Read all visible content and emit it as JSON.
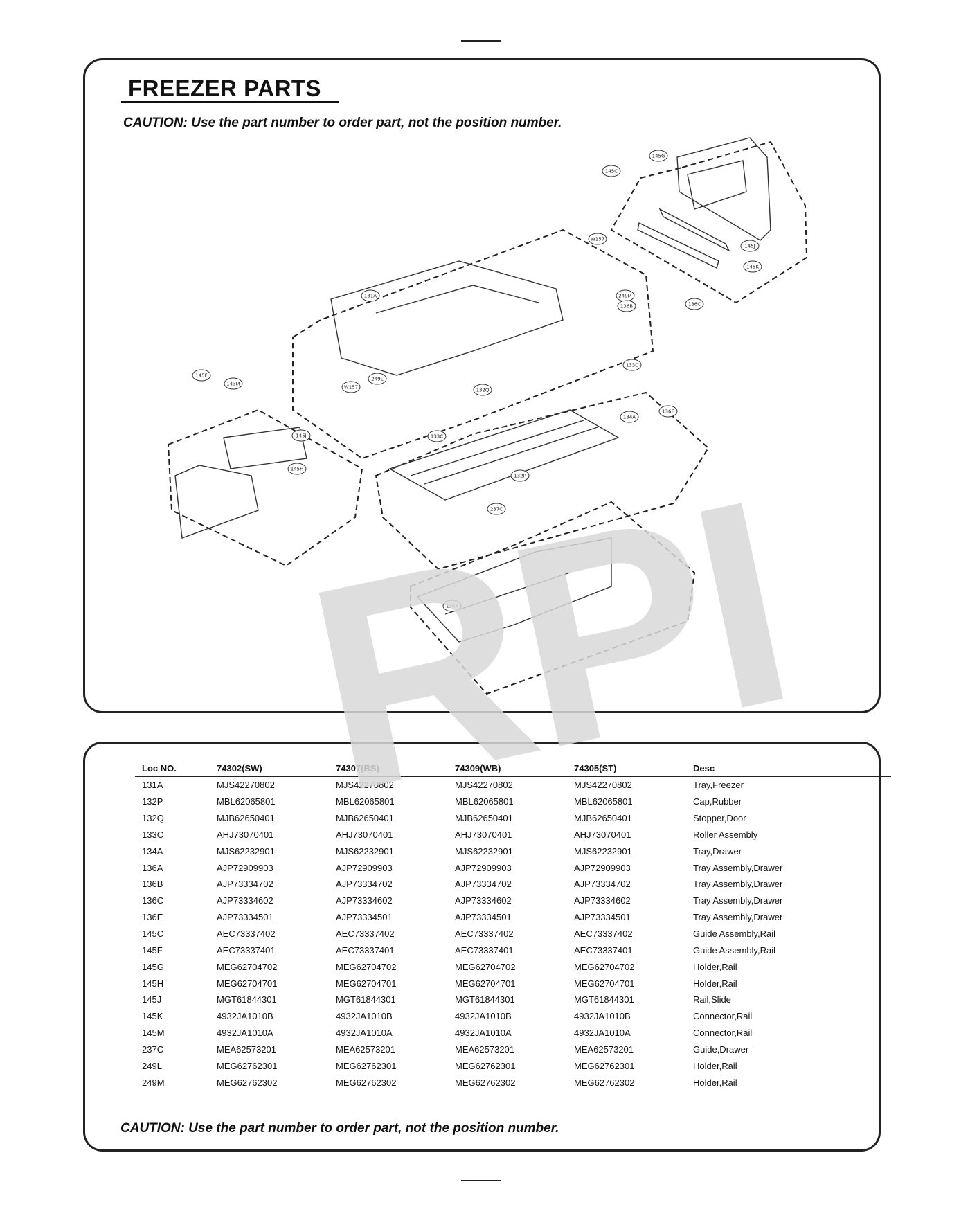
{
  "title": "FREEZER PARTS",
  "caution": "CAUTION: Use the part number to order part, not the position number.",
  "watermark": "RPI",
  "callouts": [
    "145C",
    "145G",
    "145J",
    "145K",
    "W157",
    "249M",
    "136B",
    "136C",
    "131A",
    "249L",
    "W157",
    "133C",
    "132Q",
    "134A",
    "136E",
    "133C",
    "145F",
    "143M",
    "145J",
    "145H",
    "132P",
    "237C",
    "136A"
  ],
  "table": {
    "headers": [
      "Loc NO.",
      "74302(SW)",
      "74307(BS)",
      "74309(WB)",
      "74305(ST)",
      "Desc"
    ],
    "rows": [
      [
        "131A",
        "MJS42270802",
        "MJS42270802",
        "MJS42270802",
        "MJS42270802",
        "Tray,Freezer"
      ],
      [
        "132P",
        "MBL62065801",
        "MBL62065801",
        "MBL62065801",
        "MBL62065801",
        "Cap,Rubber"
      ],
      [
        "132Q",
        "MJB62650401",
        "MJB62650401",
        "MJB62650401",
        "MJB62650401",
        "Stopper,Door"
      ],
      [
        "133C",
        "AHJ73070401",
        "AHJ73070401",
        "AHJ73070401",
        "AHJ73070401",
        "Roller Assembly"
      ],
      [
        "134A",
        "MJS62232901",
        "MJS62232901",
        "MJS62232901",
        "MJS62232901",
        "Tray,Drawer"
      ],
      [
        "136A",
        "AJP72909903",
        "AJP72909903",
        "AJP72909903",
        "AJP72909903",
        "Tray Assembly,Drawer"
      ],
      [
        "136B",
        "AJP73334702",
        "AJP73334702",
        "AJP73334702",
        "AJP73334702",
        "Tray Assembly,Drawer"
      ],
      [
        "136C",
        "AJP73334602",
        "AJP73334602",
        "AJP73334602",
        "AJP73334602",
        "Tray Assembly,Drawer"
      ],
      [
        "136E",
        "AJP73334501",
        "AJP73334501",
        "AJP73334501",
        "AJP73334501",
        "Tray Assembly,Drawer"
      ],
      [
        "145C",
        "AEC73337402",
        "AEC73337402",
        "AEC73337402",
        "AEC73337402",
        "Guide Assembly,Rail"
      ],
      [
        "145F",
        "AEC73337401",
        "AEC73337401",
        "AEC73337401",
        "AEC73337401",
        "Guide Assembly,Rail"
      ],
      [
        "145G",
        "MEG62704702",
        "MEG62704702",
        "MEG62704702",
        "MEG62704702",
        "Holder,Rail"
      ],
      [
        "145H",
        "MEG62704701",
        "MEG62704701",
        "MEG62704701",
        "MEG62704701",
        "Holder,Rail"
      ],
      [
        "145J",
        "MGT61844301",
        "MGT61844301",
        "MGT61844301",
        "MGT61844301",
        "Rail,Slide"
      ],
      [
        "145K",
        "4932JA1010B",
        "4932JA1010B",
        "4932JA1010B",
        "4932JA1010B",
        "Connector,Rail"
      ],
      [
        "145M",
        "4932JA1010A",
        "4932JA1010A",
        "4932JA1010A",
        "4932JA1010A",
        "Connector,Rail"
      ],
      [
        "237C",
        "MEA62573201",
        "MEA62573201",
        "MEA62573201",
        "MEA62573201",
        "Guide,Drawer"
      ],
      [
        "249L",
        "MEG62762301",
        "MEG62762301",
        "MEG62762301",
        "MEG62762301",
        "Holder,Rail"
      ],
      [
        "249M",
        "MEG62762302",
        "MEG62762302",
        "MEG62762302",
        "MEG62762302",
        "Holder,Rail"
      ]
    ]
  }
}
